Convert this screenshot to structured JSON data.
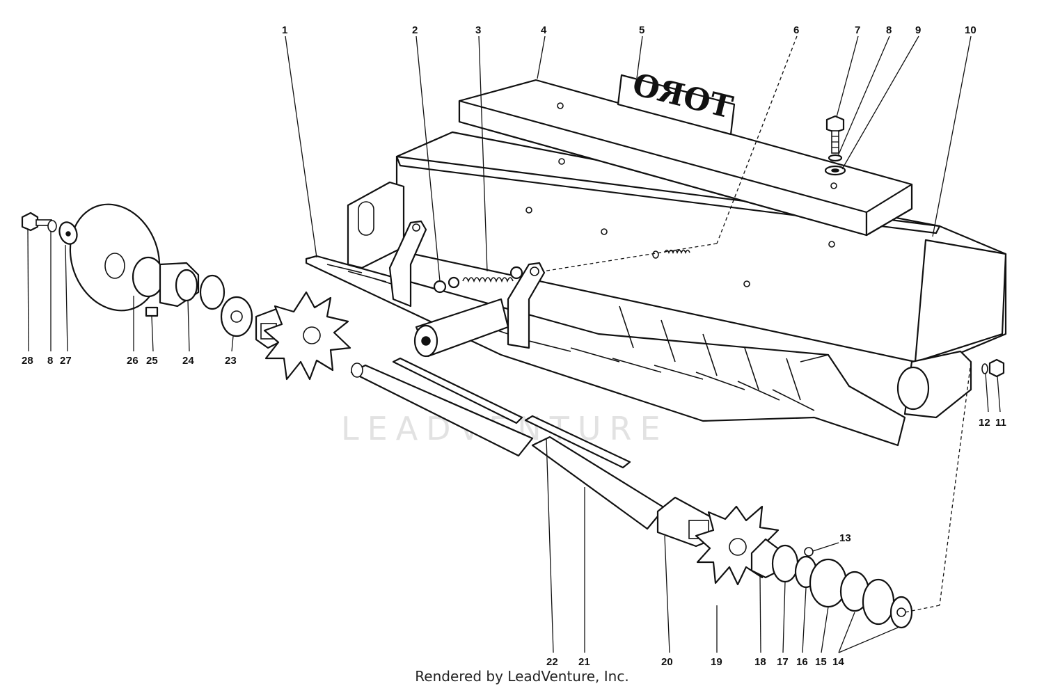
{
  "brand_plate": "TORO",
  "watermark": "LEADVENTURE",
  "footer": "Rendered by LeadVenture, Inc.",
  "callouts": [
    "1",
    "2",
    "3",
    "4",
    "5",
    "6",
    "7",
    "8",
    "9",
    "10",
    "11",
    "12",
    "13",
    "14",
    "15",
    "16",
    "17",
    "18",
    "19",
    "20",
    "21",
    "22",
    "23",
    "24",
    "25",
    "26",
    "27",
    "28",
    "8"
  ]
}
